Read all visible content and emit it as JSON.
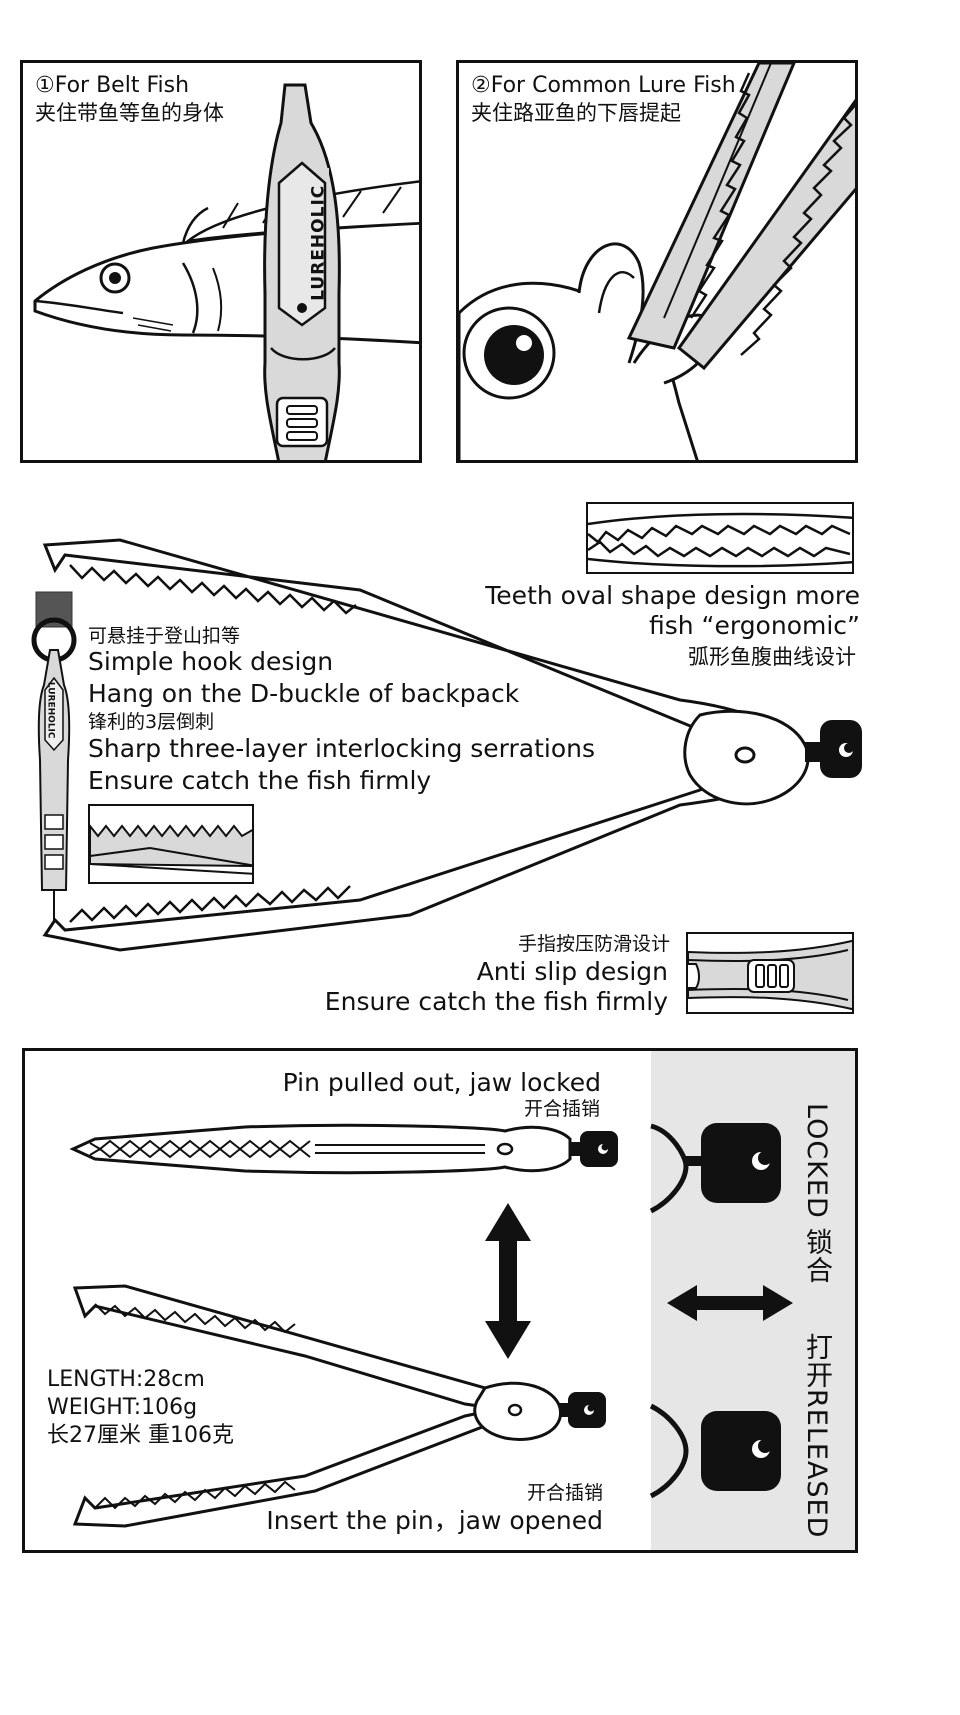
{
  "panel_belt": {
    "title_en": "①For Belt Fish",
    "title_zh": "夹住带鱼等鱼的身体",
    "brand": "LUREHOLIC"
  },
  "panel_lure": {
    "title_en": "②For Common Lure Fish",
    "title_zh": "夹住路亚鱼的下唇提起"
  },
  "features": {
    "teeth_en_1": "Teeth oval shape design more",
    "teeth_en_2": "fish “ergonomic”",
    "teeth_zh": "弧形鱼腹曲线设计",
    "hook_zh": "可悬挂于登山扣等",
    "hook_en_1": "Simple hook design",
    "hook_en_2": "Hang on the D-buckle of backpack",
    "serration_zh": "锋利的3层倒刺",
    "serration_en_1": "Sharp three-layer interlocking serrations",
    "serration_en_2": "Ensure catch the fish firmly",
    "antislip_zh": "手指按压防滑设计",
    "antislip_en_1": "Anti slip design",
    "antislip_en_2": "Ensure catch the fish firmly",
    "brand_small": "LUREHOLIC"
  },
  "lock_panel": {
    "locked_caption_en": "Pin pulled out, jaw locked",
    "locked_caption_zh": "开合插销",
    "released_caption_zh": "开合插销",
    "released_caption_en": "Insert the pin，jaw opened",
    "length": "LENGTH:28cm",
    "weight": "WEIGHT:106g",
    "spec_zh": "长27厘米 重106克",
    "locked_label": "LOCKED 锁合",
    "released_label": "打开RELEASED"
  },
  "colors": {
    "line": "#111111",
    "gray_fill": "#d9d9d9",
    "side_bg": "#e6e6e6",
    "dark": "#111111"
  }
}
